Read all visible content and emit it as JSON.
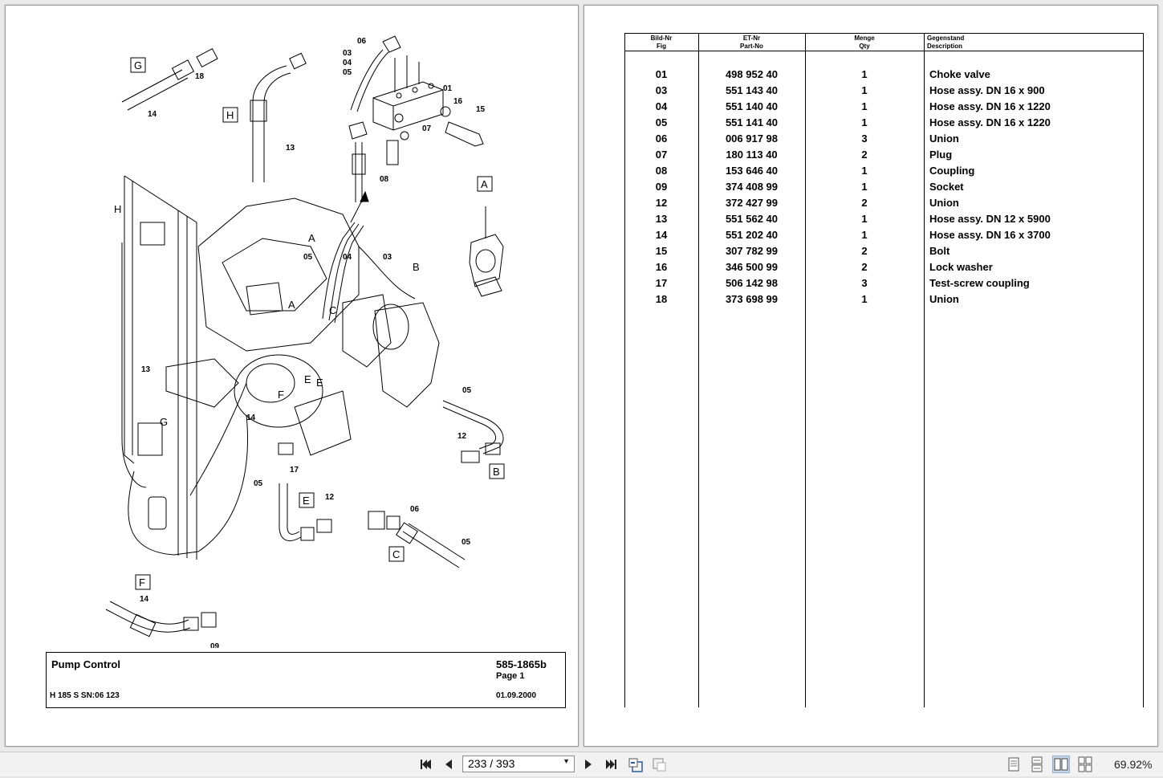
{
  "drawing": {
    "callouts": {
      "c06a": "06",
      "c03a": "03",
      "c04a": "04",
      "c05a": "05",
      "c01": "01",
      "c16": "16",
      "c15": "15",
      "c07": "07",
      "c08": "08",
      "c18": "18",
      "c14a": "14",
      "c13a": "13",
      "c13b": "13",
      "c14b": "14",
      "c05b": "05",
      "c04b": "04",
      "c03b": "03",
      "c05c": "05",
      "c12a": "12",
      "c17": "17",
      "c05d": "05",
      "c12b": "12",
      "c06b": "06",
      "c05e": "05",
      "c14c": "14",
      "c09": "09"
    },
    "letters": {
      "G": "G",
      "H": "H",
      "A": "A",
      "B": "B",
      "C": "C",
      "E": "E",
      "F": "F",
      "H2": "H",
      "G2": "G",
      "A2": "A",
      "A3": "A",
      "B2": "B",
      "C2": "C",
      "E2": "E",
      "E3": "E",
      "F2": "F"
    }
  },
  "titleblock": {
    "title": "Pump Control",
    "doc_no": "585-1865b",
    "page": "Page 1",
    "model": "H 185 S SN:06 123",
    "date": "01.09.2000"
  },
  "table": {
    "headers": {
      "fig_de": "Bild-Nr",
      "fig_en": "Fig",
      "part_de": "ET-Nr",
      "part_en": "Part-No",
      "qty_de": "Menge",
      "qty_en": "Qty",
      "desc_de": "Gegenstand",
      "desc_en": "Description"
    },
    "rows": [
      {
        "fig": "01",
        "part": "498 952 40",
        "qty": "1",
        "desc": "Choke valve"
      },
      {
        "fig": "03",
        "part": "551 143 40",
        "qty": "1",
        "desc": "Hose assy. DN 16 x 900"
      },
      {
        "fig": "04",
        "part": "551 140 40",
        "qty": "1",
        "desc": "Hose assy. DN 16 x 1220"
      },
      {
        "fig": "05",
        "part": "551 141 40",
        "qty": "1",
        "desc": "Hose assy. DN 16 x 1220"
      },
      {
        "fig": "06",
        "part": "006 917 98",
        "qty": "3",
        "desc": "Union"
      },
      {
        "fig": "07",
        "part": "180 113 40",
        "qty": "2",
        "desc": "Plug"
      },
      {
        "fig": "08",
        "part": "153 646 40",
        "qty": "1",
        "desc": "Coupling"
      },
      {
        "fig": "09",
        "part": "374 408 99",
        "qty": "1",
        "desc": "Socket"
      },
      {
        "fig": "12",
        "part": "372 427 99",
        "qty": "2",
        "desc": "Union"
      },
      {
        "fig": "13",
        "part": "551 562 40",
        "qty": "1",
        "desc": "Hose assy. DN 12 x 5900"
      },
      {
        "fig": "14",
        "part": "551 202 40",
        "qty": "1",
        "desc": "Hose assy. DN 16 x 3700"
      },
      {
        "fig": "15",
        "part": "307 782 99",
        "qty": "2",
        "desc": "Bolt"
      },
      {
        "fig": "16",
        "part": "346 500 99",
        "qty": "2",
        "desc": "Lock washer"
      },
      {
        "fig": "17",
        "part": "506 142 98",
        "qty": "3",
        "desc": "Test-screw coupling"
      },
      {
        "fig": "18",
        "part": "373 698 99",
        "qty": "1",
        "desc": "Union"
      }
    ]
  },
  "toolbar": {
    "page_current": "233",
    "page_total": "393",
    "page_display": "233 / 393",
    "zoom": "69.92%",
    "icons": [
      "first-page-icon",
      "prev-page-icon",
      "next-page-icon",
      "last-page-icon",
      "go-back-icon",
      "go-forward-icon",
      "single-page-icon",
      "continuous-icon",
      "two-page-icon",
      "two-page-continuous-icon"
    ]
  }
}
